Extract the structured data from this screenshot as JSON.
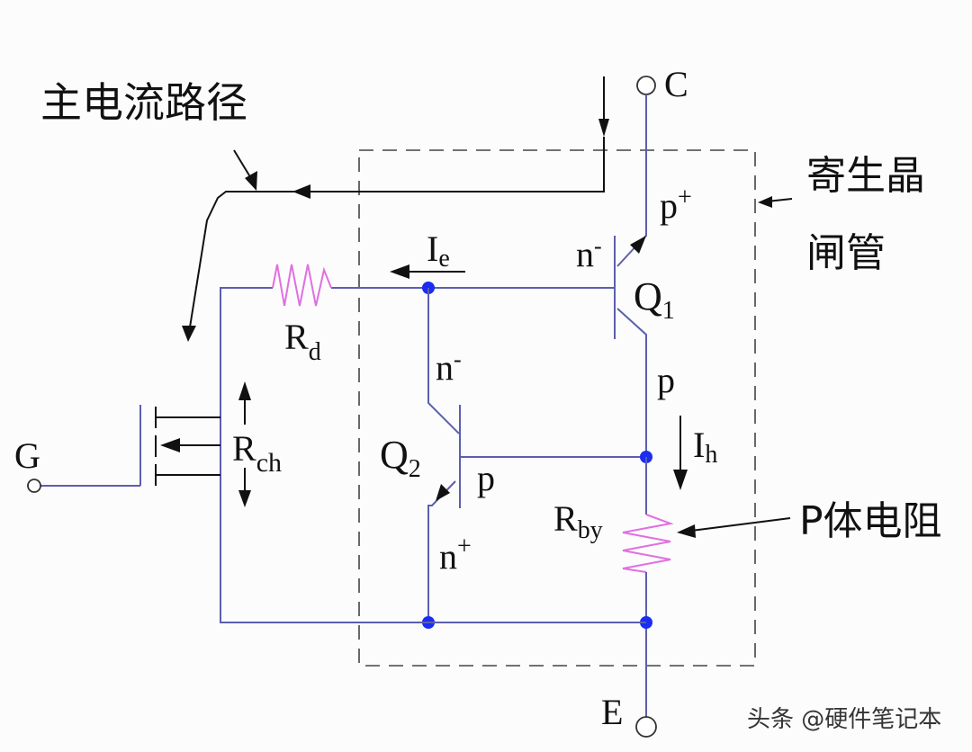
{
  "annotations": {
    "main_current_path": "主电流路径",
    "parasitic_thyristor_line1": "寄生晶",
    "parasitic_thyristor_line2": "闸管",
    "p_body_resistor": "P体电阻"
  },
  "terminals": {
    "collector": "C",
    "emitter": "E",
    "gate": "G"
  },
  "components": {
    "q1": {
      "name": "Q",
      "sub": "1"
    },
    "q2": {
      "name": "Q",
      "sub": "2"
    },
    "rd": {
      "name": "R",
      "sub": "d"
    },
    "rch": {
      "name": "R",
      "sub": "ch"
    },
    "rby": {
      "name": "R",
      "sub": "by"
    }
  },
  "currents": {
    "ie": {
      "name": "I",
      "sub": "e"
    },
    "ih": {
      "name": "I",
      "sub": "h"
    }
  },
  "regions": {
    "q1_emitter": "p",
    "q1_emitter_sup": "+",
    "q1_base": "n",
    "q1_base_sup": "-",
    "q1_collector": "p",
    "q2_collector": "n",
    "q2_collector_sup": "-",
    "q2_base": "p",
    "q2_emitter": "n",
    "q2_emitter_sup": "+"
  },
  "colors": {
    "wire": "#5b5fae",
    "resistor": "#e070e0",
    "node": "#1a2df0"
  },
  "watermark": "头条 @硬件笔记本"
}
